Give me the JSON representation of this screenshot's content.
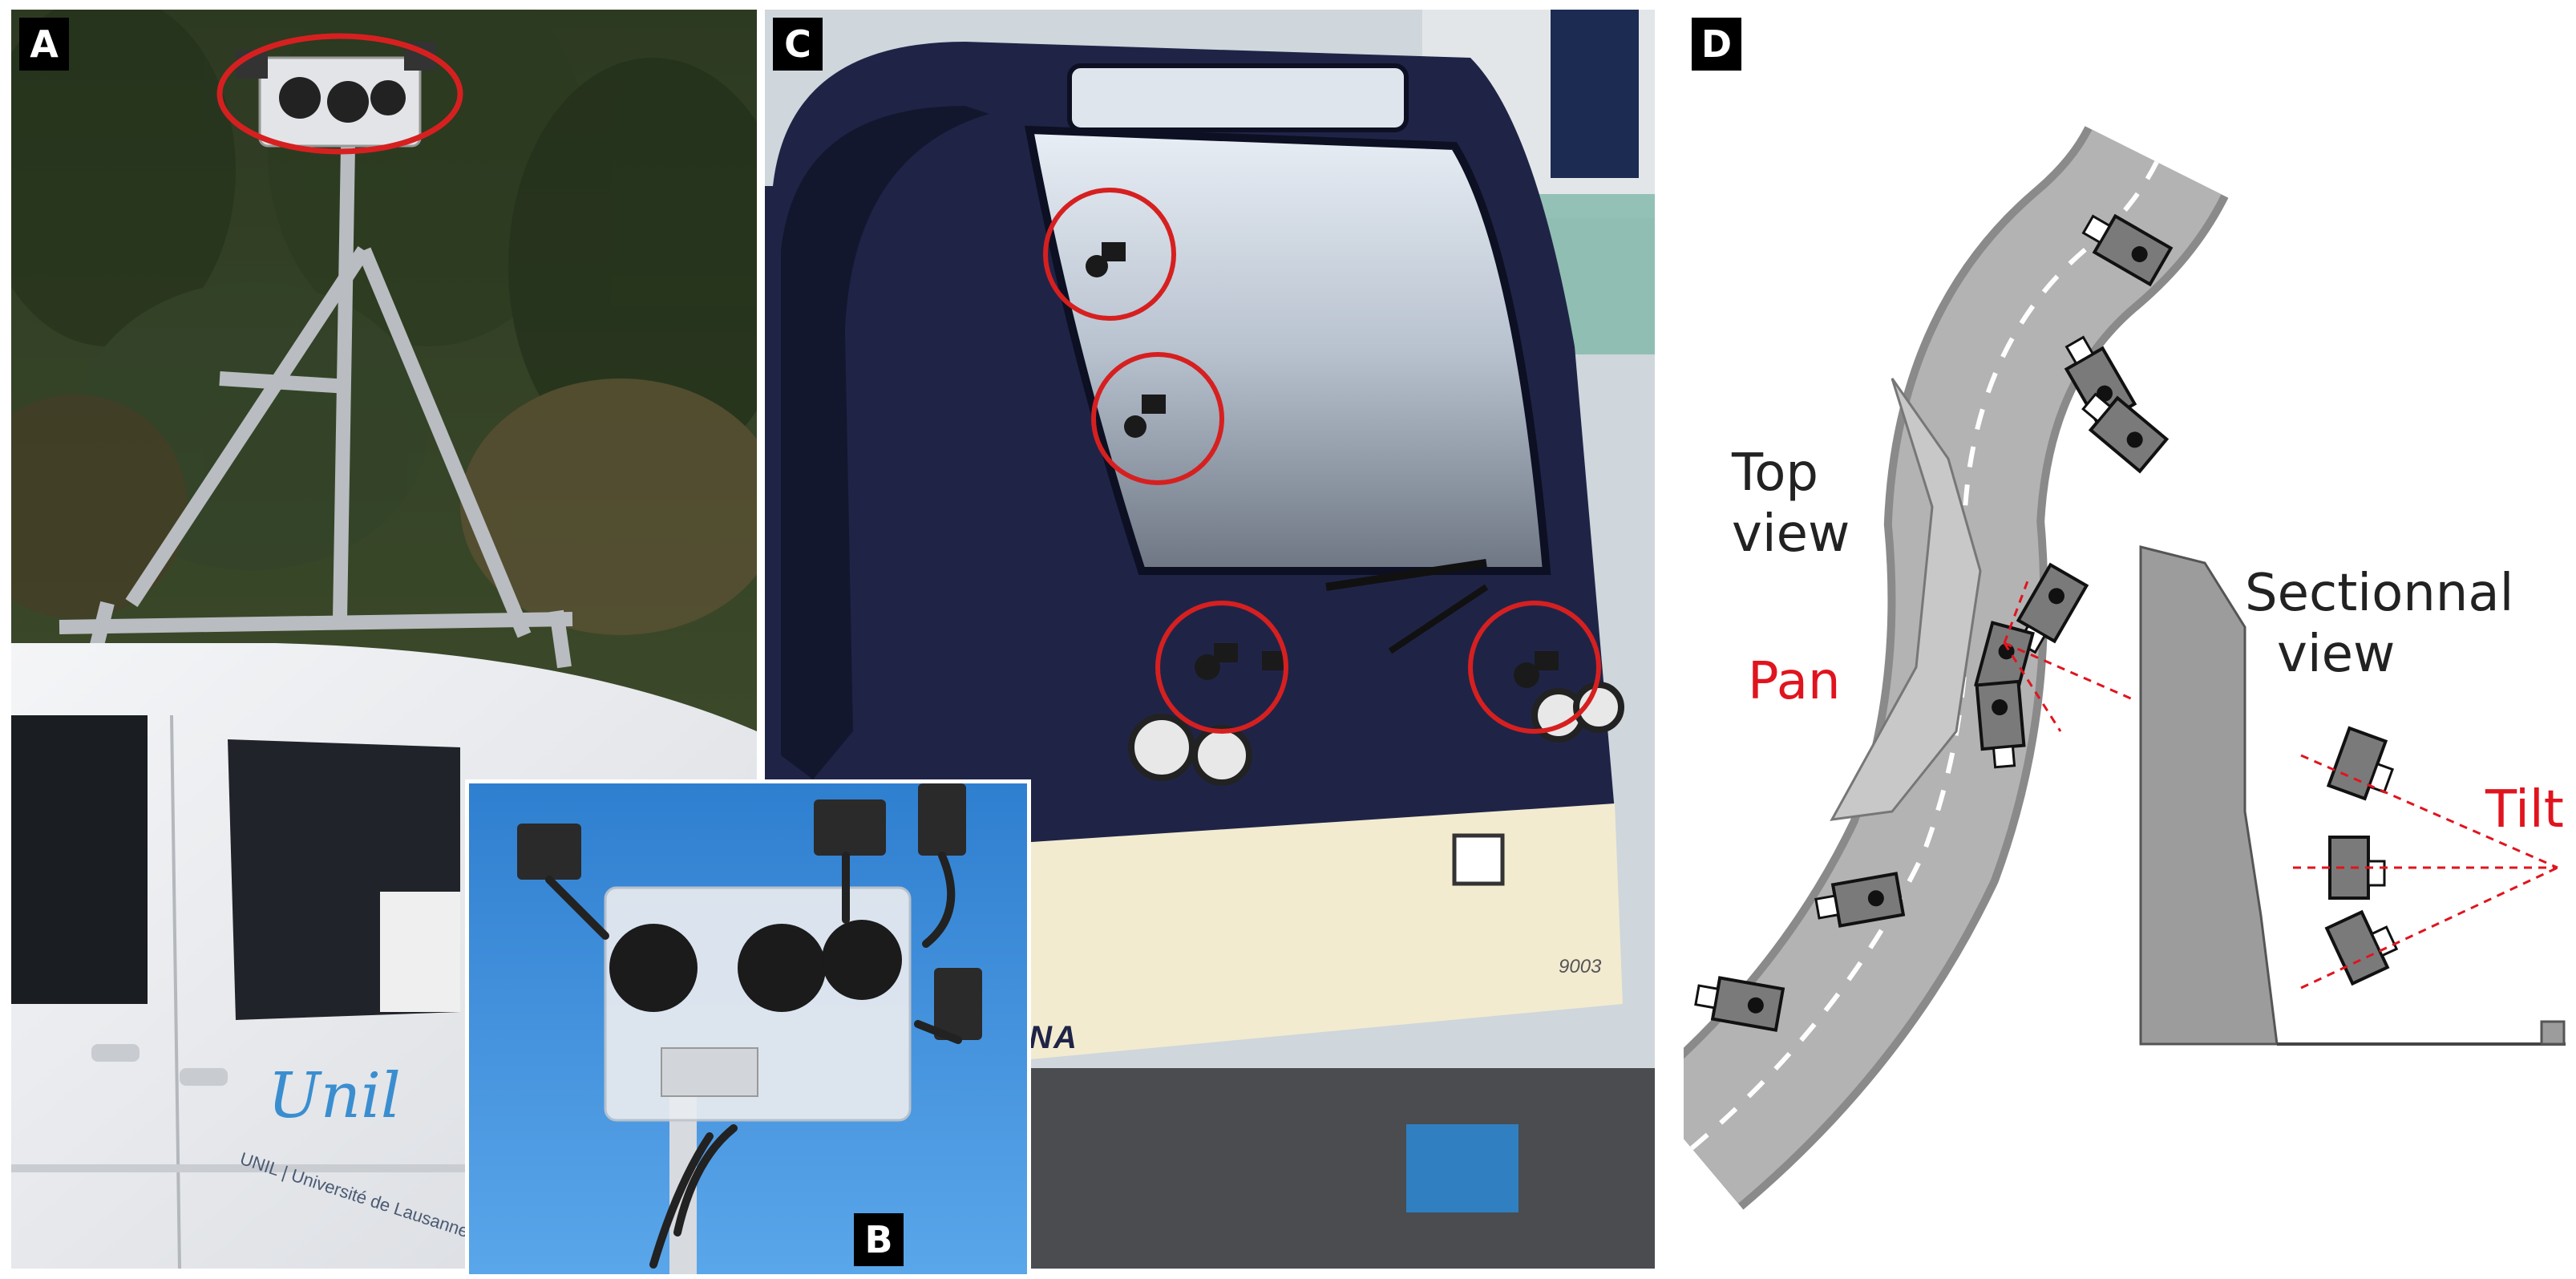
{
  "panels": {
    "a": {
      "letter": "A",
      "van_logo": "Unil",
      "van_text": "UNIL | Université de Lausanne"
    },
    "b": {
      "letter": "B"
    },
    "c": {
      "letter": "C",
      "train_name": "ALPINA",
      "train_number": "9003"
    },
    "d": {
      "letter": "D",
      "top_view_line1": "Top",
      "top_view_line2": "view",
      "pan_label": "Pan",
      "section_line1": "Sectionnal",
      "section_line2": "view",
      "tilt_label": "Tilt"
    }
  },
  "colors": {
    "highlight_circle": "#d62020",
    "annotation_red": "#e0141e",
    "road_gray": "#9a9a9a",
    "sky_blue": "#3f8fd8",
    "train_navy": "#1f2447"
  }
}
